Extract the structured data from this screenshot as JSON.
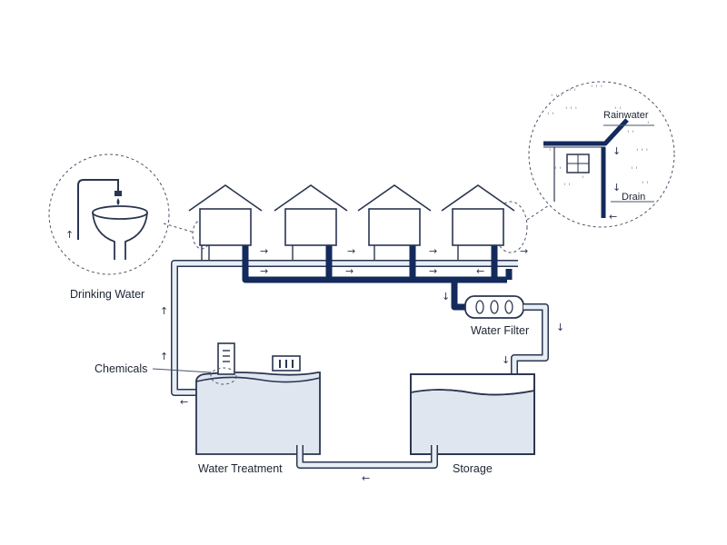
{
  "labels": {
    "drinking_water": "Drinking Water",
    "chemicals": "Chemicals",
    "water_treatment": "Water Treatment",
    "storage": "Storage",
    "water_filter": "Water Filter",
    "rainwater": "Rainwater",
    "drain": "Drain"
  },
  "icons": {
    "house": "house-icon",
    "tap": "faucet-icon",
    "sink": "basin-icon",
    "filter": "filter-cartridge-icon",
    "chemical_doser": "chemical-dispenser-icon",
    "vent": "vent-icon"
  },
  "colors": {
    "clean_pipe": "#e8eef6",
    "pipe_outline": "#2a3550",
    "waste_pipe": "#142a5c",
    "tank_fill": "#dfe6ef"
  }
}
